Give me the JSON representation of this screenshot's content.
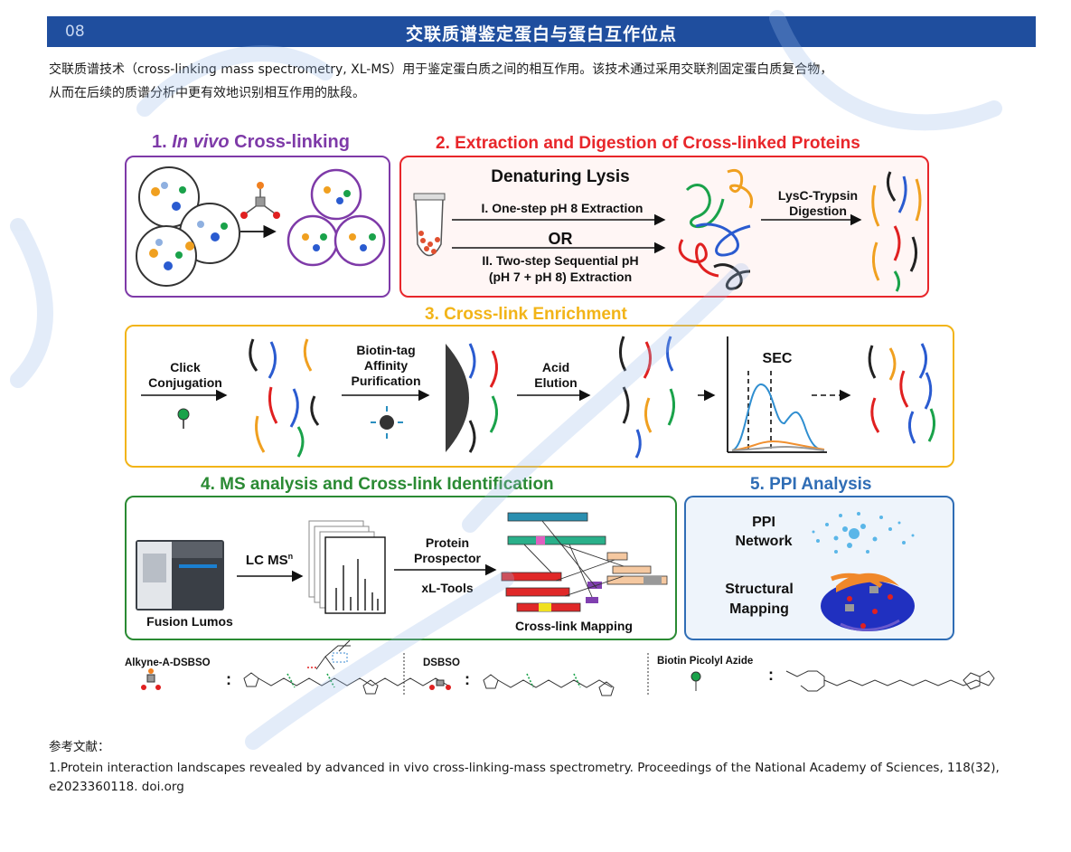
{
  "header": {
    "number": "08",
    "title": "交联质谱鉴定蛋白与蛋白互作位点"
  },
  "intro": {
    "line1": "交联质谱技术（cross-linking mass spectrometry, XL-MS）用于鉴定蛋白质之间的相互作用。该技术通过采用交联剂固定蛋白质复合物，",
    "line2": "从而在后续的质谱分析中更有效地识别相互作用的肽段。"
  },
  "figure": {
    "p1": {
      "num": "1.",
      "italic": "In vivo",
      "rest": " Cross-linking"
    },
    "p2": {
      "title": "2. Extraction and Digestion of Cross-linked Proteins",
      "lysis": "Denaturing Lysis",
      "step1": "I. One-step pH 8 Extraction",
      "or": "OR",
      "step2a": "II. Two-step Sequential pH",
      "step2b": "(pH 7 + pH 8) Extraction",
      "digest_a": "LysC-Trypsin",
      "digest_b": "Digestion"
    },
    "p3": {
      "title": "3. Cross-link Enrichment",
      "click_a": "Click",
      "click_b": "Conjugation",
      "biotin_a": "Biotin-tag",
      "biotin_b": "Affinity",
      "biotin_c": "Purification",
      "acid_a": "Acid",
      "acid_b": "Elution",
      "sec": "SEC"
    },
    "p4": {
      "title": "4. MS analysis and Cross-link Identification",
      "lcms": "LC MS",
      "lcms_sup": "n",
      "protein_a": "Protein",
      "protein_b": "Prospector",
      "xltools": "xL-Tools",
      "instrument": "Fusion Lumos",
      "mapping": "Cross-link Mapping"
    },
    "p5": {
      "title": "5. PPI Analysis",
      "ppi_a": "PPI",
      "ppi_b": "Network",
      "struct_a": "Structural",
      "struct_b": "Mapping"
    },
    "reagents": {
      "alkyne": "Alkyne-A-DSBSO",
      "dsbso": "DSBSO",
      "biotin": "Biotin Picolyl Azide"
    }
  },
  "references": {
    "heading": "参考文献：",
    "items": [
      "1.Protein interaction landscapes revealed by advanced in vivo cross-linking-mass spectrometry. Proceedings of the National Academy of Sciences, 118(32), e2023360118. doi.org"
    ]
  },
  "colors": {
    "header_bg": "#1f4e9e",
    "p1": "#7e3aa8",
    "p2": "#e8262a",
    "p3": "#f2b418",
    "p4": "#2a8a33",
    "p5": "#2f6db5",
    "watermark": "#9bbbe9"
  }
}
